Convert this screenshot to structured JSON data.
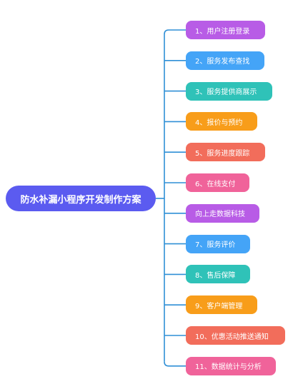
{
  "root": {
    "label": "防水补漏小程序开发制作方案",
    "color": "#5b5bf0"
  },
  "connector_color": "#2f8fd6",
  "children": [
    {
      "label": "1、用户注册登录",
      "color": "#b85ce6"
    },
    {
      "label": "2、服务发布查找",
      "color": "#44a4f7"
    },
    {
      "label": "3、服务提供商展示",
      "color": "#2fc2b8"
    },
    {
      "label": "4、报价与预约",
      "color": "#f89d1a"
    },
    {
      "label": "5、服务进度跟踪",
      "color": "#f26d5b"
    },
    {
      "label": "6、在线支付",
      "color": "#f0639a"
    },
    {
      "label": "向上走数据科技",
      "color": "#b85ce6"
    },
    {
      "label": "7、服务评价",
      "color": "#44a4f7"
    },
    {
      "label": "8、售后保障",
      "color": "#2fc2b8"
    },
    {
      "label": "9、客户端管理",
      "color": "#f89d1a"
    },
    {
      "label": "10、优惠活动推送通知",
      "color": "#f26d5b"
    },
    {
      "label": "11、数据统计与分析",
      "color": "#f0639a"
    }
  ]
}
